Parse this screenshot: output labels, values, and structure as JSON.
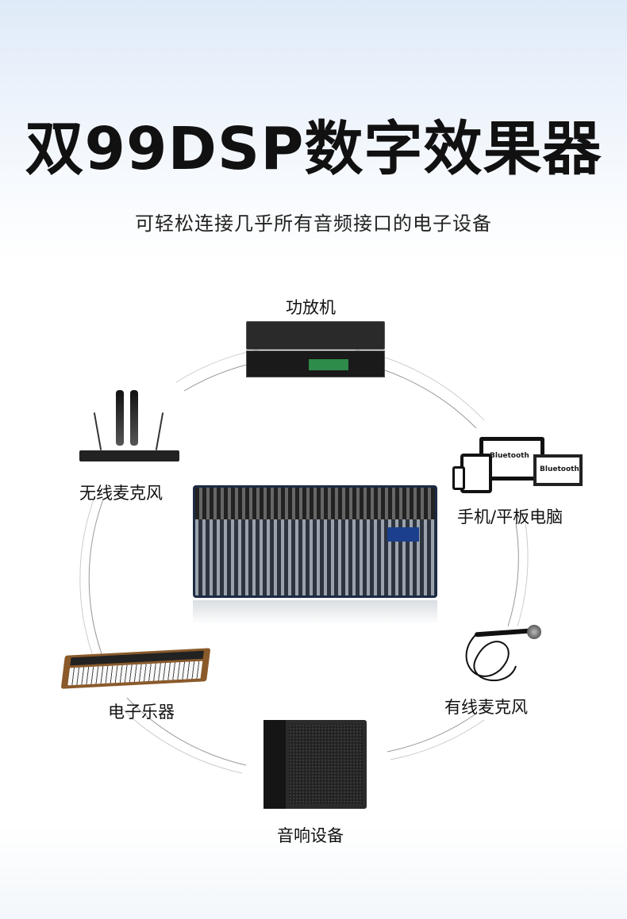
{
  "header": {
    "title": "双99DSP数字效果器",
    "subtitle": "可轻松连接几乎所有音频接口的电子设备"
  },
  "devices": [
    {
      "label": "功放机",
      "icon": "amplifier-icon"
    },
    {
      "label": "无线麦克风",
      "icon": "wireless-microphone-icon"
    },
    {
      "label": "手机/平板电脑",
      "icon": "phone-tablet-computer-icon"
    },
    {
      "label": "电子乐器",
      "icon": "keyboard-instrument-icon"
    },
    {
      "label": "有线麦克风",
      "icon": "wired-microphone-icon"
    },
    {
      "label": "音响设备",
      "icon": "speaker-icon"
    }
  ],
  "bluetooth": {
    "text": "Bluetooth"
  }
}
